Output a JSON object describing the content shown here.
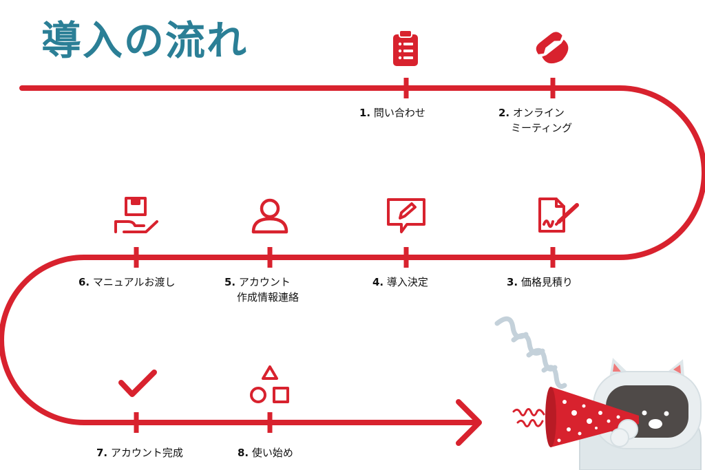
{
  "title": "導入の流れ",
  "steps": [
    {
      "num": "1.",
      "line1": "問い合わせ",
      "line2": "",
      "icon": "clipboard-list-icon"
    },
    {
      "num": "2.",
      "line1": "オンライン",
      "line2": "ミーティング",
      "icon": "phone-icon"
    },
    {
      "num": "3.",
      "line1": "価格見積り",
      "line2": "",
      "icon": "signed-document-icon"
    },
    {
      "num": "4.",
      "line1": "導入決定",
      "line2": "",
      "icon": "chat-pencil-icon"
    },
    {
      "num": "5.",
      "line1": "アカウント",
      "line2": "作成情報連絡",
      "icon": "user-icon"
    },
    {
      "num": "6.",
      "line1": "マニュアルお渡し",
      "line2": "",
      "icon": "hand-box-icon"
    },
    {
      "num": "7.",
      "line1": "アカウント完成",
      "line2": "",
      "icon": "checkmark-icon"
    },
    {
      "num": "8.",
      "line1": "使い始め",
      "line2": "",
      "icon": "shapes-icon"
    }
  ],
  "colors": {
    "accent": "#d8222e",
    "title": "#2b7f96",
    "mascot_body": "#dfe7ea",
    "mascot_face": "#4f4a48",
    "streamer": "#c4d1da"
  }
}
